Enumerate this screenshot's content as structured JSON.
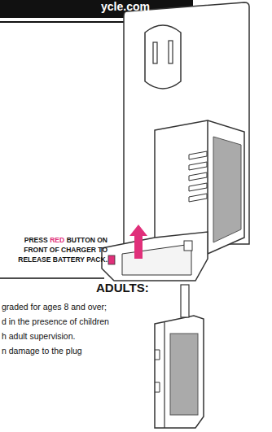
{
  "diagram": {
    "labels": [
      "ycle.com",
      "PRESS",
      "RED",
      "BUTTON ON FRONT OF CHARGER TO RELEASE BATTERY PACK.",
      "ADULTS:",
      "graded for ages 8 and over;",
      "d in the presence of children",
      "h adult supervision.",
      "n damage to the plug"
    ]
  }
}
